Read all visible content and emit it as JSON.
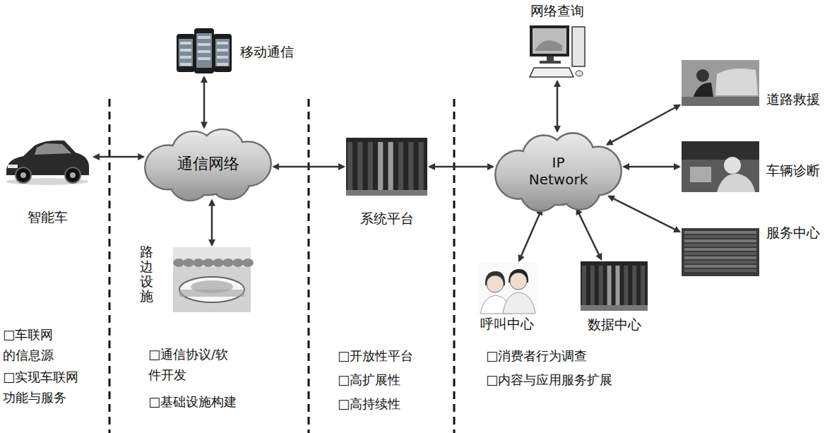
{
  "diagram": {
    "nodes": [
      {
        "text": [
          "智能车"
        ]
      },
      {
        "text": [
          "移动通信"
        ]
      },
      {
        "text": [
          "通信网络"
        ]
      },
      {
        "text": [
          "路边设施"
        ]
      },
      {
        "text": [
          "系统平台"
        ]
      },
      {
        "text": [
          "网络查询"
        ]
      },
      {
        "text": [
          "IP Network"
        ]
      },
      {
        "text": [
          "道路救援"
        ]
      },
      {
        "text": [
          "车辆诊断"
        ]
      },
      {
        "text": [
          "服务中心"
        ]
      },
      {
        "text": [
          "呼叫中心"
        ]
      },
      {
        "text": [
          "数据中心"
        ]
      }
    ],
    "edges": [
      {
        "from": 0,
        "to": 2,
        "arrow": "both"
      },
      {
        "from": 1,
        "to": 2,
        "arrow": "both"
      },
      {
        "from": 2,
        "to": 3,
        "arrow": "both"
      },
      {
        "from": 2,
        "to": 4,
        "arrow": "both"
      },
      {
        "from": 4,
        "to": 6,
        "arrow": "both"
      },
      {
        "from": 5,
        "to": 6,
        "arrow": "both"
      },
      {
        "from": 6,
        "to": 7,
        "arrow": "both"
      },
      {
        "from": 6,
        "to": 8,
        "arrow": "both"
      },
      {
        "from": 6,
        "to": 9,
        "arrow": "both"
      },
      {
        "from": 6,
        "to": 10,
        "arrow": "both"
      },
      {
        "from": 6,
        "to": 11,
        "arrow": "both"
      }
    ],
    "labels": [
      "□车联网 的信息源",
      "□实现车联网 功能与服务",
      "□通信协议/软 件开发",
      "□基础设施构建",
      "□开放性平台",
      "□高扩展性",
      "□高持续性",
      "□消费者行为调查",
      "□内容与应用服务扩展"
    ]
  }
}
